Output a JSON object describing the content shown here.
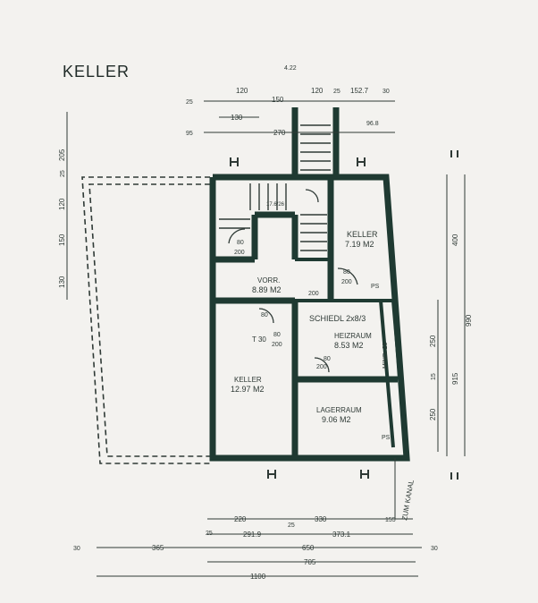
{
  "title": "KELLER",
  "scribble_top": "4.22",
  "rooms": {
    "keller_top": {
      "name": "KELLER",
      "area": "7.19 M2"
    },
    "vorr": {
      "name": "VORR.",
      "area": "8.89 M2"
    },
    "schiedl": {
      "name": "SCHIEDL 2x8/3"
    },
    "heizraum": {
      "name": "HEIZRAUM",
      "area": "8.53 M2"
    },
    "keller_left": {
      "name": "KELLER",
      "area": "12.97 M2"
    },
    "lagerraum": {
      "name": "LAGERRAUM",
      "area": "9.06 M2"
    }
  },
  "labels": {
    "stair_note": "17.6/26",
    "kanal": "ZUM KANAL",
    "mind": "MIND. 25",
    "ps_top": "PS",
    "ps_bottom": "PS",
    "t30": "T 30",
    "ds_a": "80",
    "ds_b": "200",
    "ds_c": "80",
    "ds_d": "200",
    "ds_e": "80",
    "ds_f": "200",
    "ds_g": "80",
    "ds_h": "200",
    "ds_i": "80",
    "ds_j": "200"
  },
  "dims": {
    "top_row1": [
      "25",
      "120",
      "150",
      "120",
      "25",
      "152.7",
      "30"
    ],
    "top_row2": [
      "130"
    ],
    "top_row3": [
      "95",
      "270",
      "96.8"
    ],
    "left_col": [
      "205",
      "25",
      "120",
      "150",
      "130"
    ],
    "right_col": [
      "400",
      "250",
      "15",
      "250",
      "915",
      "990"
    ],
    "bottom_row1": [
      "220",
      "330",
      "155"
    ],
    "bottom_row2": [
      "25",
      "291.9",
      "25",
      "373.1"
    ],
    "bottom_row3": [
      "30",
      "365",
      "650",
      "30"
    ],
    "bottom_row4": [
      "705"
    ],
    "bottom_row5": [
      "1100"
    ]
  }
}
